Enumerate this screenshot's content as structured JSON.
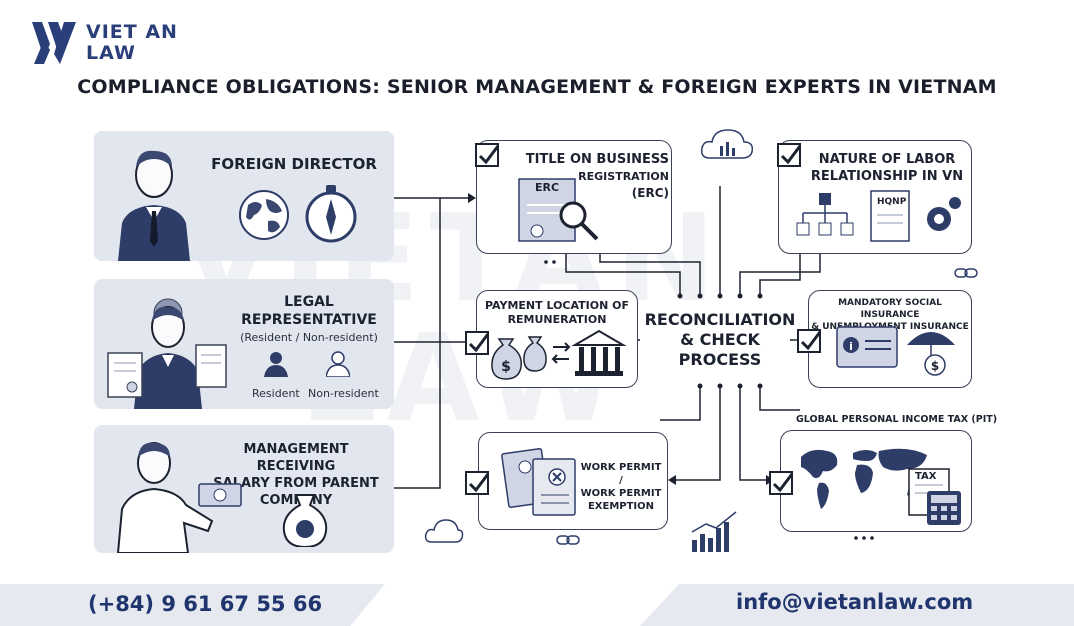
{
  "brand": {
    "line1": "VIET AN",
    "line2": "LAW"
  },
  "title": "COMPLIANCE OBLIGATIONS: SENIOR MANAGEMENT & FOREIGN EXPERTS IN VIETNAM",
  "watermark": {
    "line1": "VIETAN",
    "line2": "LAW"
  },
  "left_panels": [
    {
      "title": "FOREIGN DIRECTOR"
    },
    {
      "title_line1": "LEGAL",
      "title_line2": "REPRESENTATIVE",
      "subtitle": "(Resident / Non-resident)",
      "label_a": "Resident",
      "label_b": "Non-resident"
    },
    {
      "title_line1": "MANAGEMENT RECEIVING",
      "title_line2": "SALARY FROM PARENT",
      "title_line3": "COMPANY"
    }
  ],
  "center": {
    "line1": "RECONCILIATION",
    "line2": "& CHECK",
    "line3": "PROCESS"
  },
  "boxes": {
    "erc": {
      "line1": "TITLE ON BUSINESS",
      "line2": "REGISTRATION",
      "line3": "(ERC)",
      "doc_label": "ERC"
    },
    "labor": {
      "line1": "NATURE OF LABOR",
      "line2": "RELATIONSHIP IN VN",
      "doc_label": "HQNP"
    },
    "payment": {
      "line1": "PAYMENT LOCATION OF",
      "line2": "REMUNERATION"
    },
    "insurance": {
      "line1": "MANDATORY SOCIAL INSURANCE",
      "line2": "& UNEMPLOYMENT INSURANCE"
    },
    "workpermit": {
      "line1": "WORK PERMIT /",
      "line2": "WORK PERMIT",
      "line3": "EXEMPTION"
    },
    "pit": {
      "title": "GLOBAL PERSONAL INCOME TAX (PIT)",
      "doc_label": "TAX"
    }
  },
  "footer": {
    "phone": "(+84) 9 61 67 55 66",
    "email": "info@vietanlaw.com"
  },
  "colors": {
    "navy": "#2a3f7a",
    "panel": "#e2e6ef",
    "stroke": "#3b4256"
  }
}
